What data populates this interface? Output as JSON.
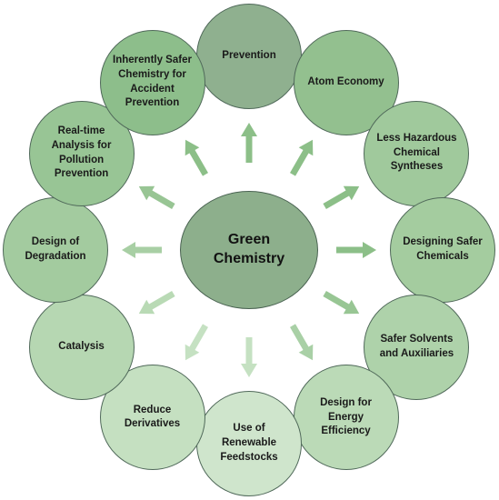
{
  "center": {
    "label": "Green Chemistry",
    "color": "#8daf8c"
  },
  "principles": [
    {
      "label": "Prevention",
      "color": "#8fb08f"
    },
    {
      "label": "Atom Economy",
      "color": "#93c08f"
    },
    {
      "label": "Less Hazardous Chemical Syntheses",
      "color": "#a0c99c"
    },
    {
      "label": "Designing Safer Chemicals",
      "color": "#a4cc9f"
    },
    {
      "label": "Safer Solvents and Auxiliaries",
      "color": "#aed2aa"
    },
    {
      "label": "Design for Energy Efficiency",
      "color": "#bbdab7"
    },
    {
      "label": "Use of Renewable Feedstocks",
      "color": "#cfe5cc"
    },
    {
      "label": "Reduce Derivatives",
      "color": "#c5e0c1"
    },
    {
      "label": "Catalysis",
      "color": "#b6d7b2"
    },
    {
      "label": "Design of Degradation",
      "color": "#a3cb9f"
    },
    {
      "label": "Real-time Analysis for Pollution Prevention",
      "color": "#98c595"
    },
    {
      "label": "Inherently Safer Chemistry for Accident Prevention",
      "color": "#8dbe8b"
    }
  ],
  "arrow_colors": [
    "#8cbf88",
    "#8cbf88",
    "#8cbf88",
    "#8cbf88",
    "#98c694",
    "#a9d0a6",
    "#c5e1c2",
    "#c5e1c2",
    "#b9dab5",
    "#a8cfa4",
    "#98c594",
    "#8cbf88"
  ]
}
